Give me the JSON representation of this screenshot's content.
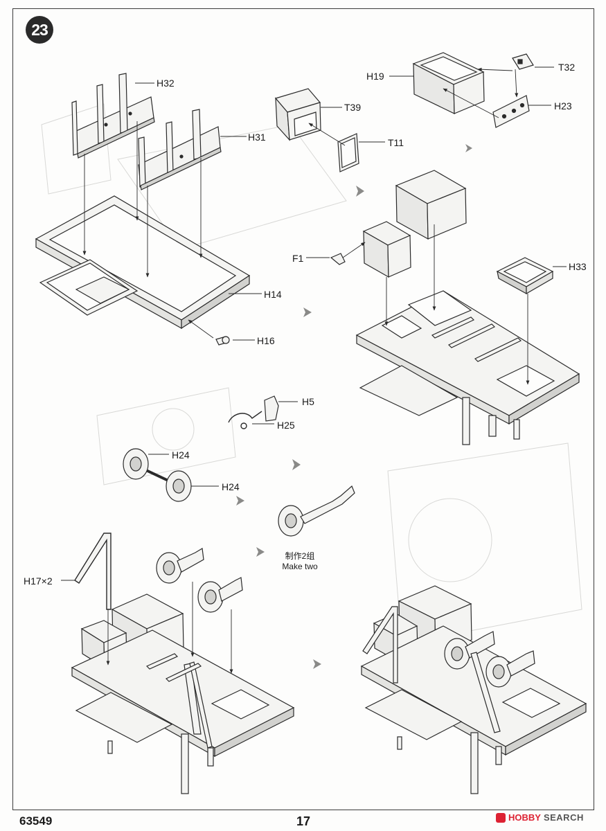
{
  "step_number": "23",
  "part_labels": {
    "h32": "H32",
    "h31": "H31",
    "h14": "H14",
    "h16": "H16",
    "t39": "T39",
    "t11": "T11",
    "h19": "H19",
    "t32": "T32",
    "h23": "H23",
    "f1": "F1",
    "h33": "H33",
    "h5": "H5",
    "h25": "H25",
    "h24_upper": "H24",
    "h24_lower": "H24",
    "h17": "H17×2"
  },
  "note": {
    "chinese": "制作2组",
    "english": "Make two"
  },
  "footer": {
    "kit_code": "63549",
    "page_number": "17"
  },
  "watermark": {
    "brand": "HOBBY",
    "site": "SEARCH"
  },
  "colors": {
    "line": "#2a2a2a",
    "part_fill": "#f4f4f2",
    "shade_fill": "#d2d2cf",
    "ghost": "#cfcfcc",
    "watermark_red": "#dd2233"
  }
}
